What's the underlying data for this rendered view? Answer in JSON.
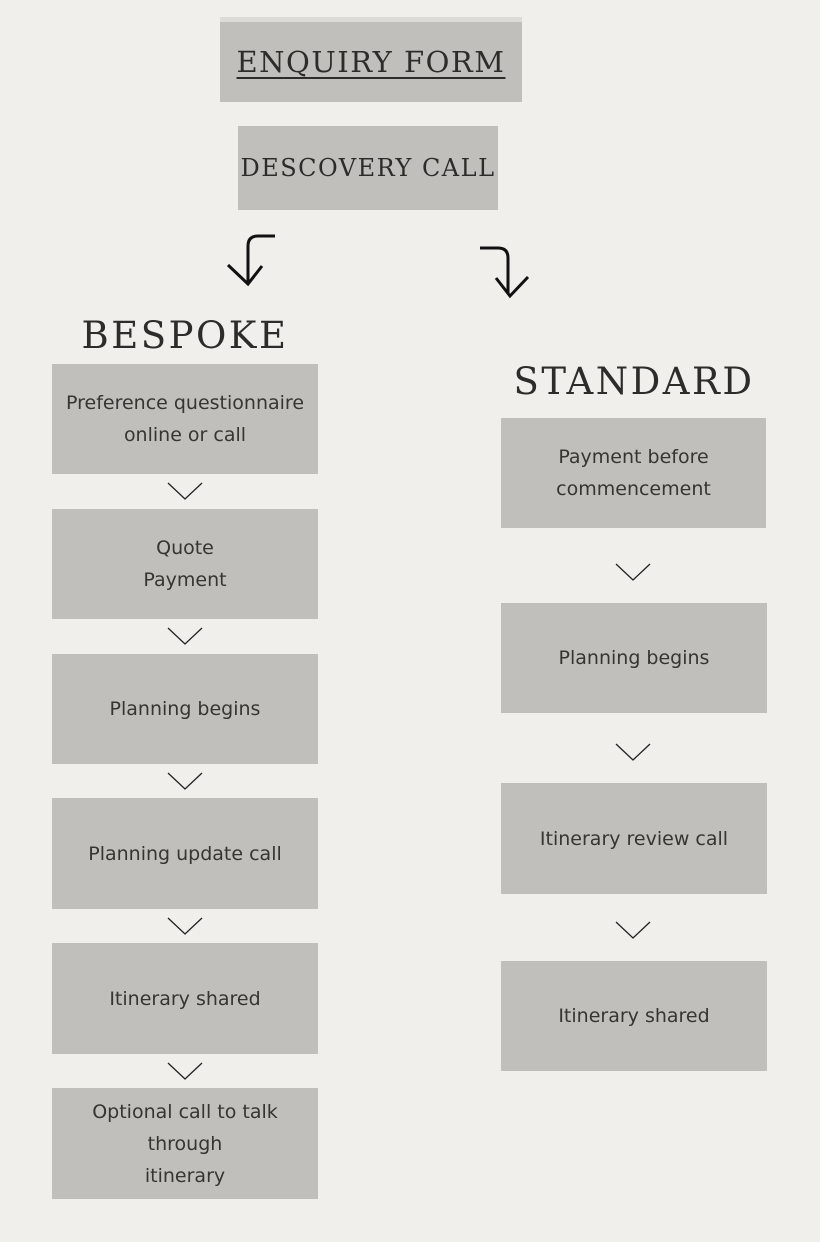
{
  "enquiry": {
    "label": "Enquiry Form"
  },
  "discovery": {
    "label": "Descovery Call"
  },
  "bespoke": {
    "title": "BESPOKE",
    "steps": [
      "Preference questionnaire\nonline or call",
      "Quote\nPayment",
      "Planning begins",
      "Planning update call",
      "Itinerary shared",
      "Optional call to talk through\nitinerary"
    ]
  },
  "standard": {
    "title": "STANDARD",
    "steps": [
      "Payment before\ncommencement",
      "Planning begins",
      "Itinerary review call",
      "Itinerary shared"
    ]
  },
  "colors": {
    "background": "#f0efeb",
    "box": "#c0bfbb",
    "text": "#353532"
  }
}
